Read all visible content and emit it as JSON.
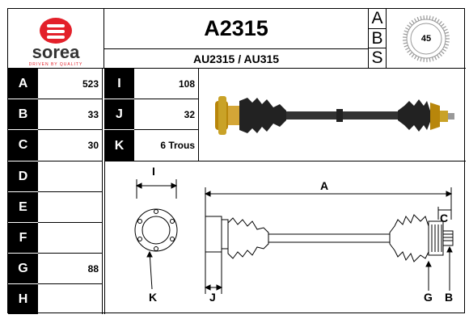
{
  "brand": {
    "name": "sorea",
    "tagline": "DRIVEN BY QUALITY",
    "color": "#e3202a"
  },
  "part": {
    "number": "A2315",
    "references": "AU2315 / AU315"
  },
  "abs": {
    "letters": [
      "A",
      "B",
      "S"
    ],
    "teeth": "45"
  },
  "specs_left": [
    {
      "letter": "A",
      "value": "523"
    },
    {
      "letter": "B",
      "value": "33"
    },
    {
      "letter": "C",
      "value": "30"
    },
    {
      "letter": "D",
      "value": ""
    },
    {
      "letter": "E",
      "value": ""
    },
    {
      "letter": "F",
      "value": ""
    },
    {
      "letter": "G",
      "value": "88"
    },
    {
      "letter": "H",
      "value": ""
    }
  ],
  "specs_mid": [
    {
      "letter": "I",
      "value": "108"
    },
    {
      "letter": "J",
      "value": "32"
    },
    {
      "letter": "K",
      "value": "6 Trous"
    }
  ],
  "diagram": {
    "labels": {
      "I": "I",
      "A": "A",
      "C": "C",
      "K": "K",
      "J": "J",
      "G": "G",
      "B": "B"
    }
  }
}
